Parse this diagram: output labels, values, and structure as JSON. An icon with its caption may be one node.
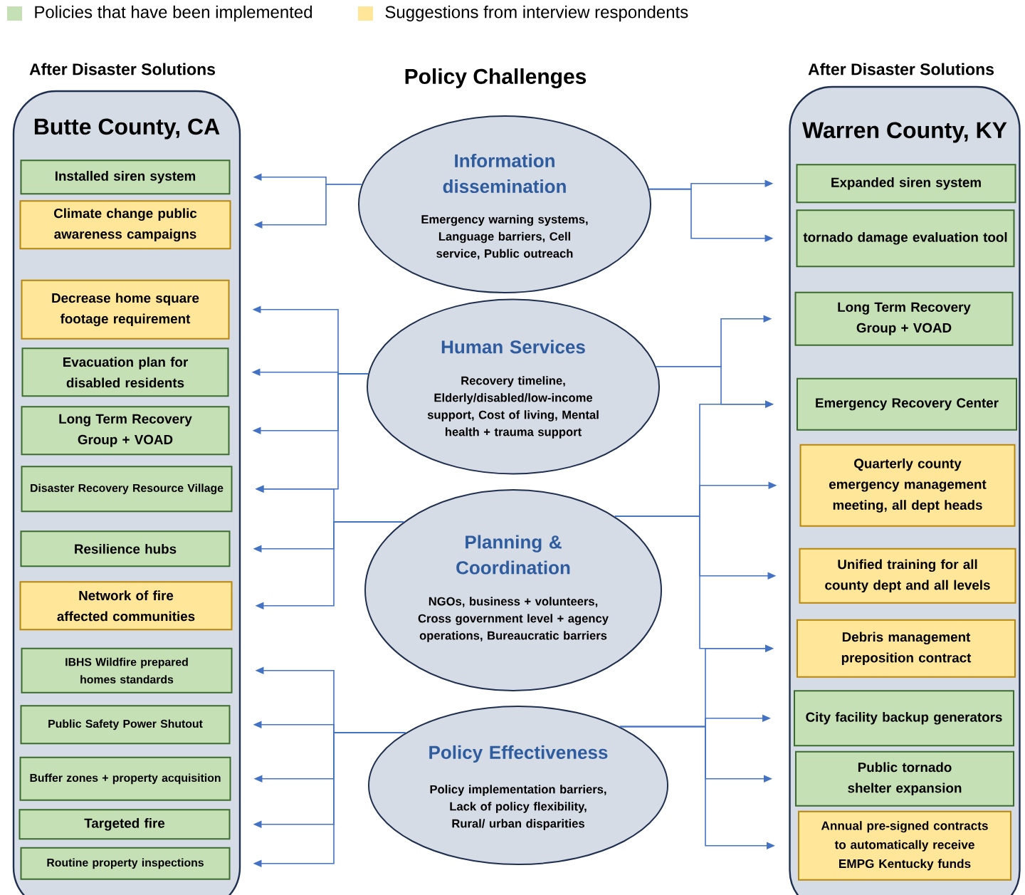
{
  "diagram": {
    "nodes": [
      {
        "text": [
          "Butte County, CA"
        ]
      },
      {
        "text": [
          "Installed siren system"
        ],
        "in": 0
      },
      {
        "text": [
          "Climate change public awareness campaigns"
        ],
        "in": 0
      },
      {
        "text": [
          "Decrease home square footage requirement"
        ],
        "in": 0
      },
      {
        "text": [
          "Evacuation plan for disabled residents"
        ],
        "in": 0
      },
      {
        "text": [
          "Long Term Recovery Group + VOAD"
        ],
        "in": 0
      },
      {
        "text": [
          "Disaster Recovery Resource Village"
        ],
        "in": 0
      },
      {
        "text": [
          "Resilience hubs"
        ],
        "in": 0
      },
      {
        "text": [
          "Network of fire affected communities"
        ],
        "in": 0
      },
      {
        "text": [
          "IBHS Wildfire prepared homes standards"
        ],
        "in": 0
      },
      {
        "text": [
          "Public Safety Power Shutout"
        ],
        "in": 0
      },
      {
        "text": [
          "Buffer zones + property acquisition"
        ],
        "in": 0
      },
      {
        "text": [
          "Targeted fire"
        ],
        "in": 0
      },
      {
        "text": [
          "Routine property inspections"
        ],
        "in": 0
      },
      {
        "text": [
          "Information dissemination",
          "Emergency warning systems, Language barriers, Cell service, Public outreach"
        ]
      },
      {
        "text": [
          "Human Services",
          "Recovery timeline, Elderly/disabled/low-income support, Cost of living, Mental health + trauma support"
        ]
      },
      {
        "text": [
          "Planning & Coordination",
          "NGOs, business + volunteers, Cross government level + agency operations, Bureaucratic barriers"
        ]
      },
      {
        "text": [
          "Policy Effectiveness",
          "Policy implementation barriers, Lack of policy flexibility, Rural/ urban disparities"
        ]
      },
      {
        "text": [
          "Warren County, KY"
        ]
      },
      {
        "text": [
          "Expanded siren system"
        ],
        "in": 18
      },
      {
        "text": [
          "tornado damage evaluation tool"
        ],
        "in": 18
      },
      {
        "text": [
          "Long Term Recovery Group + VOAD"
        ],
        "in": 18
      },
      {
        "text": [
          "Emergency Recovery Center"
        ],
        "in": 18
      },
      {
        "text": [
          "Quarterly county emergency management meeting, all dept heads"
        ],
        "in": 18
      },
      {
        "text": [
          "Unified training for all county dept and all levels"
        ],
        "in": 18
      },
      {
        "text": [
          "Debris management preposition contract"
        ],
        "in": 18
      },
      {
        "text": [
          "City facility backup generators"
        ],
        "in": 18
      },
      {
        "text": [
          "Public tornado shelter expansion"
        ],
        "in": 18
      },
      {
        "text": [
          "Annual pre-signed contracts to automatically receive EMPG Kentucky funds"
        ],
        "in": 18
      }
    ],
    "edges": [
      {
        "from": 14,
        "to": 1,
        "arrow": "to"
      },
      {
        "from": 14,
        "to": 2,
        "arrow": "to"
      },
      {
        "from": 15,
        "to": 3,
        "arrow": "to"
      },
      {
        "from": 15,
        "to": 4,
        "arrow": "to"
      },
      {
        "from": 15,
        "to": 5,
        "arrow": "to"
      },
      {
        "from": 15,
        "to": 6,
        "arrow": "to"
      },
      {
        "from": 16,
        "to": 6,
        "arrow": "to"
      },
      {
        "from": 16,
        "to": 7,
        "arrow": "to"
      },
      {
        "from": 16,
        "to": 8,
        "arrow": "to"
      },
      {
        "from": 17,
        "to": 9,
        "arrow": "to"
      },
      {
        "from": 17,
        "to": 10,
        "arrow": "to"
      },
      {
        "from": 17,
        "to": 11,
        "arrow": "to"
      },
      {
        "from": 17,
        "to": 12,
        "arrow": "to"
      },
      {
        "from": 17,
        "to": 13,
        "arrow": "to"
      },
      {
        "from": 14,
        "to": 19,
        "arrow": "to"
      },
      {
        "from": 14,
        "to": 20,
        "arrow": "to"
      },
      {
        "from": 15,
        "to": 21,
        "arrow": "to"
      },
      {
        "from": 15,
        "to": 22,
        "arrow": "to"
      },
      {
        "from": 16,
        "to": 22,
        "arrow": "to"
      },
      {
        "from": 16,
        "to": 23,
        "arrow": "to"
      },
      {
        "from": 16,
        "to": 24,
        "arrow": "to"
      },
      {
        "from": 16,
        "to": 25,
        "arrow": "to"
      },
      {
        "from": 17,
        "to": 25,
        "arrow": "to"
      },
      {
        "from": 17,
        "to": 26,
        "arrow": "to"
      },
      {
        "from": 17,
        "to": 27,
        "arrow": "to"
      },
      {
        "from": 17,
        "to": 28,
        "arrow": "to"
      }
    ],
    "labels": [
      "After Disaster Solutions",
      "Policy Challenges",
      "After Disaster Solutions"
    ],
    "legend": [
      {
        "text": "Policies that have been implemented",
        "color": "#c5e0b4"
      },
      {
        "text": "Suggestions from interview respondents",
        "color": "#ffe699"
      }
    ]
  }
}
